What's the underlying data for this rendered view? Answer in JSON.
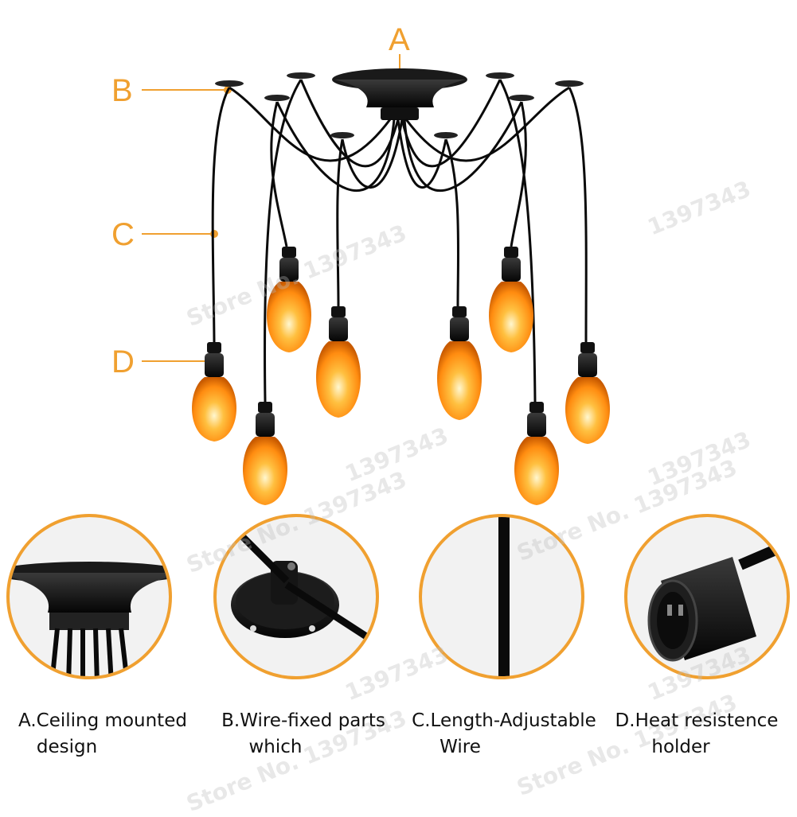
{
  "callouts": {
    "a": "A",
    "b": "B",
    "c": "C",
    "d": "D"
  },
  "captions": [
    {
      "line1": "A.Ceiling mounted",
      "line2": "design"
    },
    {
      "line1": "B.Wire-fixed parts",
      "line2": "which"
    },
    {
      "line1": "C.Length-Adjustable",
      "line2": "Wire"
    },
    {
      "line1": "D.Heat resistence",
      "line2": "holder"
    }
  ],
  "watermarks": {
    "store": "Store No. 1397343",
    "number": "1397343"
  },
  "colors": {
    "accent": "#f0a030",
    "bulb_glow": "#ff9a1a",
    "fixture": "#111111"
  },
  "bulb_count": 8,
  "icons": {
    "ceiling_canopy": "ceiling-canopy-icon",
    "wire_holder": "wire-holder-icon",
    "wire": "wire-icon",
    "lamp_holder": "lamp-holder-icon"
  }
}
